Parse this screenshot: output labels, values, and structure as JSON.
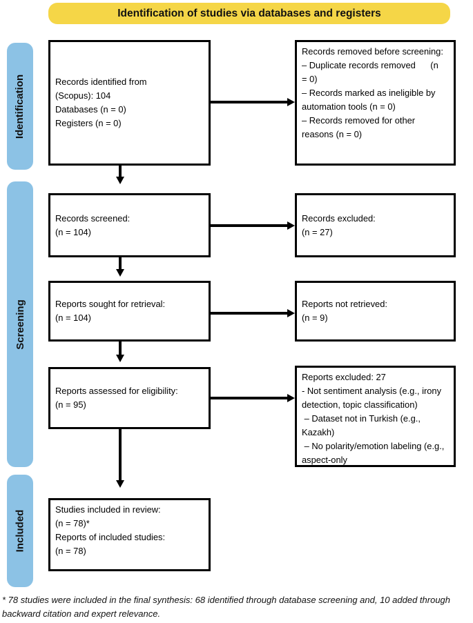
{
  "header": {
    "title": "Identification of studies via databases and registers"
  },
  "stages": {
    "identification": "Identification",
    "screening": "Screening",
    "included": "Included"
  },
  "boxes": {
    "records_identified": "Records identified from\n(Scopus): 104\nDatabases (n = 0)\nRegisters (n = 0)",
    "records_removed": "Records removed before screening:\n– Duplicate records removed      (n\n= 0)\n– Records marked as ineligible by\nautomation tools (n = 0)\n– Records removed for other\nreasons (n = 0)",
    "records_screened": "Records screened:\n(n = 104)",
    "records_excluded": "Records excluded:\n(n = 27)",
    "reports_sought": "Reports sought for retrieval:\n(n = 104)",
    "reports_not_retrieved": "Reports not retrieved:\n(n = 9)",
    "reports_assessed": "Reports assessed for eligibility:\n(n = 95)",
    "reports_excluded": "Reports excluded: 27\n- Not sentiment analysis (e.g., irony\ndetection, topic classification)\n – Dataset not in Turkish (e.g.,\nKazakh)\n – No polarity/emotion labeling (e.g.,\naspect-only",
    "studies_included": "Studies included in review:\n(n = 78)*\nReports of included studies:\n(n = 78)"
  },
  "footnote": "* 78 studies were included in the final synthesis: 68 identified through database screening and, 10 added through\nbackward citation and expert relevance.",
  "colors": {
    "banner_yellow": "#F5D647",
    "stage_blue": "#8CC2E5",
    "box_border": "#000000"
  }
}
